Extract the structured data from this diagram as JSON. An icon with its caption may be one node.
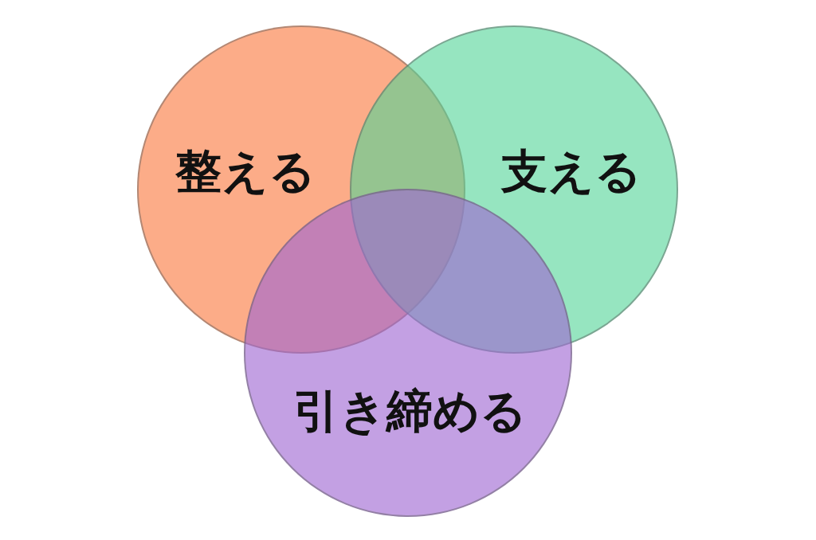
{
  "diagram": {
    "nodes": [
      {
        "text": [
          "整える"
        ]
      },
      {
        "text": [
          "支える"
        ]
      },
      {
        "text": [
          "引き締める"
        ]
      }
    ]
  }
}
